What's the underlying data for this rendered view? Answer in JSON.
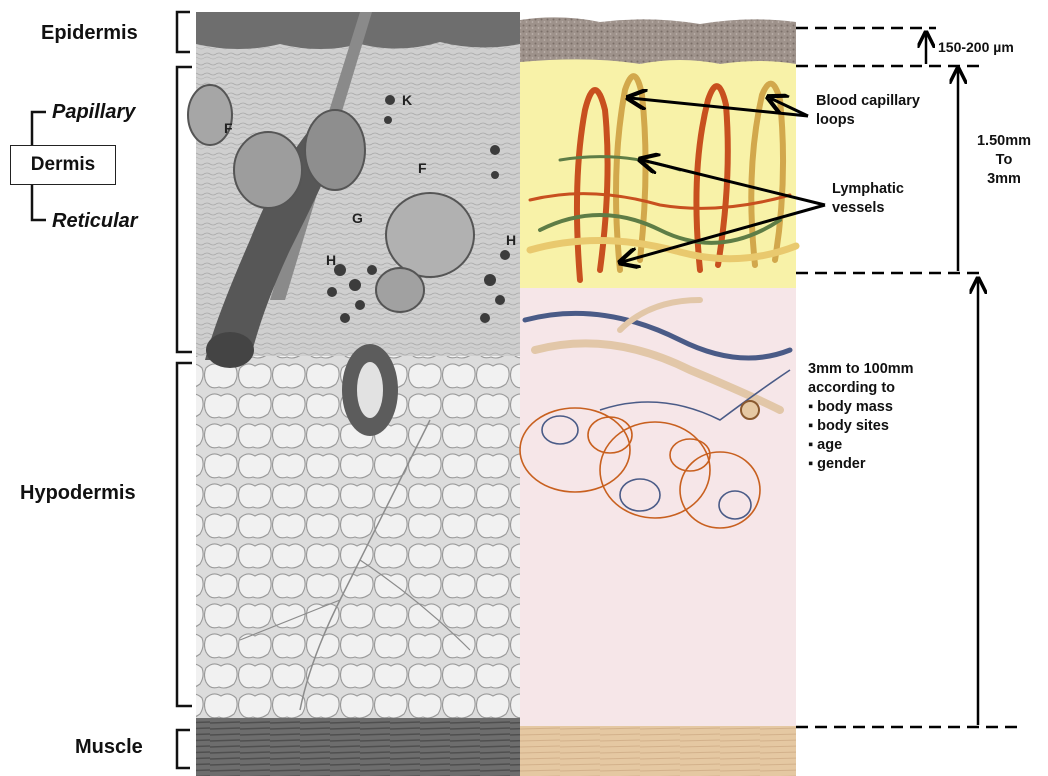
{
  "labels": {
    "epidermis": "Epidermis",
    "papillary": "Papillary",
    "dermis": "Dermis",
    "reticular": "Reticular",
    "hypodermis": "Hypodermis",
    "muscle": "Muscle"
  },
  "histology_letters": {
    "f1": "F",
    "k": "K",
    "f2": "F",
    "g": "G",
    "h1": "H",
    "h2": "H"
  },
  "annotations": {
    "epidermis_thickness": "150-200 µm",
    "blood_capillary": [
      "Blood capillary",
      "loops"
    ],
    "lymphatic": [
      "Lymphatic",
      "vessels"
    ],
    "dermis_thickness": [
      "1.50mm",
      "To",
      "3mm"
    ],
    "hypodermis_thickness": [
      "3mm to 100mm",
      "according to"
    ],
    "hypodermis_factors": [
      "▪ body mass",
      "▪ body sites",
      "▪ age",
      "▪ gender"
    ]
  },
  "colors": {
    "epidermis_illustration": "#9c8e86",
    "dermis_illustration": "#f8f2a8",
    "hypodermis_illustration": "#f6e6e8",
    "muscle_illustration": "#e6c9a4",
    "blood_vessel": "#c8501f",
    "lymph_vessel": "#5e7d46",
    "vein": "#4a5b87",
    "histology_gray": "#c9c9c9"
  }
}
